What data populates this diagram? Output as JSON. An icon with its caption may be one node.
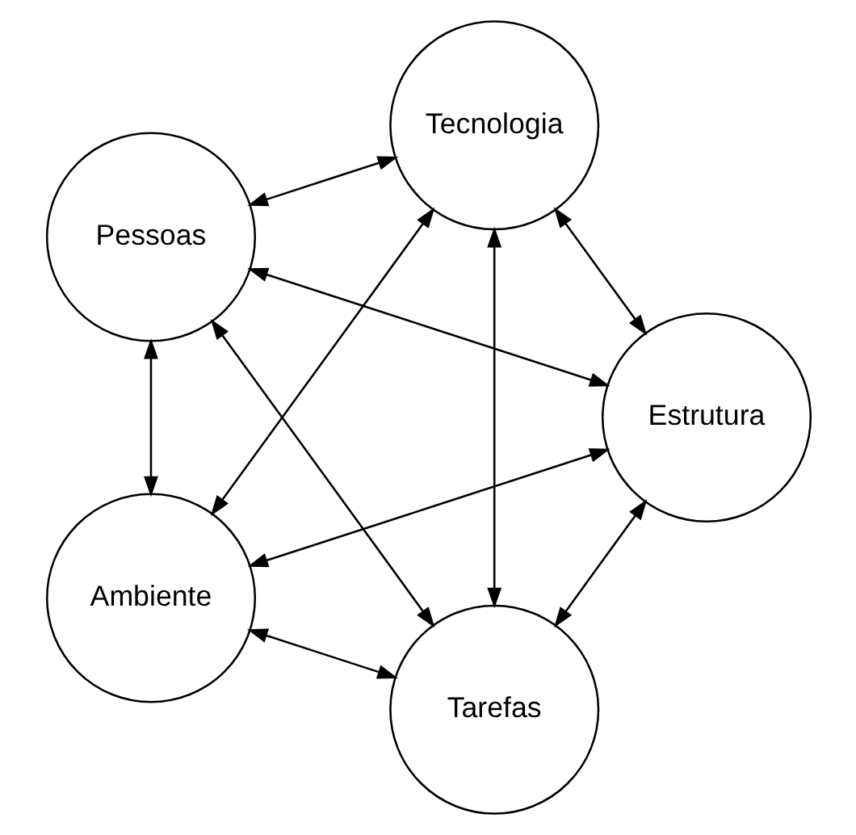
{
  "diagram": {
    "nodes": [
      {
        "text": [
          "Tarefas"
        ]
      },
      {
        "text": [
          "Estrutura"
        ]
      },
      {
        "text": [
          "Pessoas"
        ]
      },
      {
        "text": [
          "Tecnologia"
        ]
      },
      {
        "text": [
          "Ambiente"
        ]
      }
    ],
    "edges": [
      {
        "from": 0,
        "to": 1,
        "arrow": "both"
      },
      {
        "from": 0,
        "to": 2,
        "arrow": "both"
      },
      {
        "from": 0,
        "to": 3,
        "arrow": "both"
      },
      {
        "from": 0,
        "to": 4,
        "arrow": "both"
      },
      {
        "from": 1,
        "to": 2,
        "arrow": "both"
      },
      {
        "from": 1,
        "to": 3,
        "arrow": "both"
      },
      {
        "from": 1,
        "to": 4,
        "arrow": "both"
      },
      {
        "from": 2,
        "to": 3,
        "arrow": "both"
      },
      {
        "from": 2,
        "to": 4,
        "arrow": "both"
      },
      {
        "from": 3,
        "to": 4,
        "arrow": "both"
      }
    ]
  }
}
